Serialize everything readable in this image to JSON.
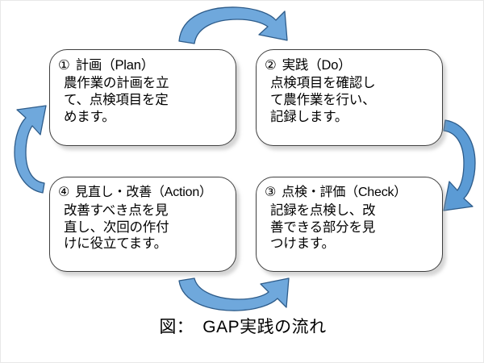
{
  "diagram": {
    "caption": "図：　GAP実践の流れ",
    "colors": {
      "arrow_fill_light": "#6FA8DC",
      "arrow_fill_mid": "#5B9BD5",
      "arrow_fill_dark": "#4A81B5",
      "arrow_stroke": "#2E5C8A",
      "box_border": "#3f3f3f",
      "box_fill": "#ffffff",
      "text": "#000000",
      "shadow": "#969696"
    },
    "boxes": [
      {
        "id": "plan",
        "number": "①",
        "title": "計画（Plan）",
        "body": "農作業の計画を立\nて、点検項目を定\nめます。"
      },
      {
        "id": "do",
        "number": "②",
        "title": "実践（Do）",
        "body": "点検項目を確認し\nて農作業を行い、\n記録します。"
      },
      {
        "id": "action",
        "number": "④",
        "title": "見直し・改善（Action）",
        "body": "改善すべき点を見\n直し、次回の作付\nけに役立てます。"
      },
      {
        "id": "check",
        "number": "③",
        "title": "点検・評価（Check）",
        "body": "記録を点検し、改\n善できる部分を見\nつけます。"
      }
    ],
    "arrows": [
      {
        "id": "top",
        "from": "plan",
        "to": "do",
        "direction": "right"
      },
      {
        "id": "right",
        "from": "do",
        "to": "check",
        "direction": "down"
      },
      {
        "id": "bottom",
        "from": "check",
        "to": "action",
        "direction": "left"
      },
      {
        "id": "left",
        "from": "action",
        "to": "plan",
        "direction": "up"
      }
    ]
  }
}
